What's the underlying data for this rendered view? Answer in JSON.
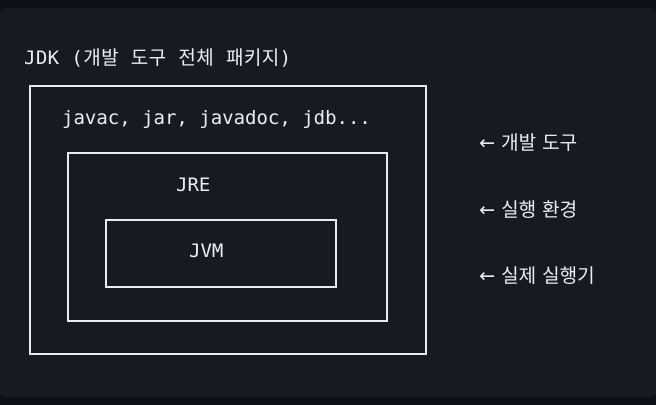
{
  "title": "JDK (개발 도구 전체 패키지)",
  "boxes": {
    "jdk": {
      "label": "javac, jar, javadoc, jdb..."
    },
    "jre": {
      "label": "JRE"
    },
    "jvm": {
      "label": "JVM"
    }
  },
  "annotations": [
    {
      "arrow": "←",
      "text": "개발 도구"
    },
    {
      "arrow": "←",
      "text": "실행 환경"
    },
    {
      "arrow": "←",
      "text": "실제 실행기"
    }
  ],
  "colors": {
    "background": "#0d1117",
    "block": "#161b22",
    "text": "#e6edf3"
  }
}
